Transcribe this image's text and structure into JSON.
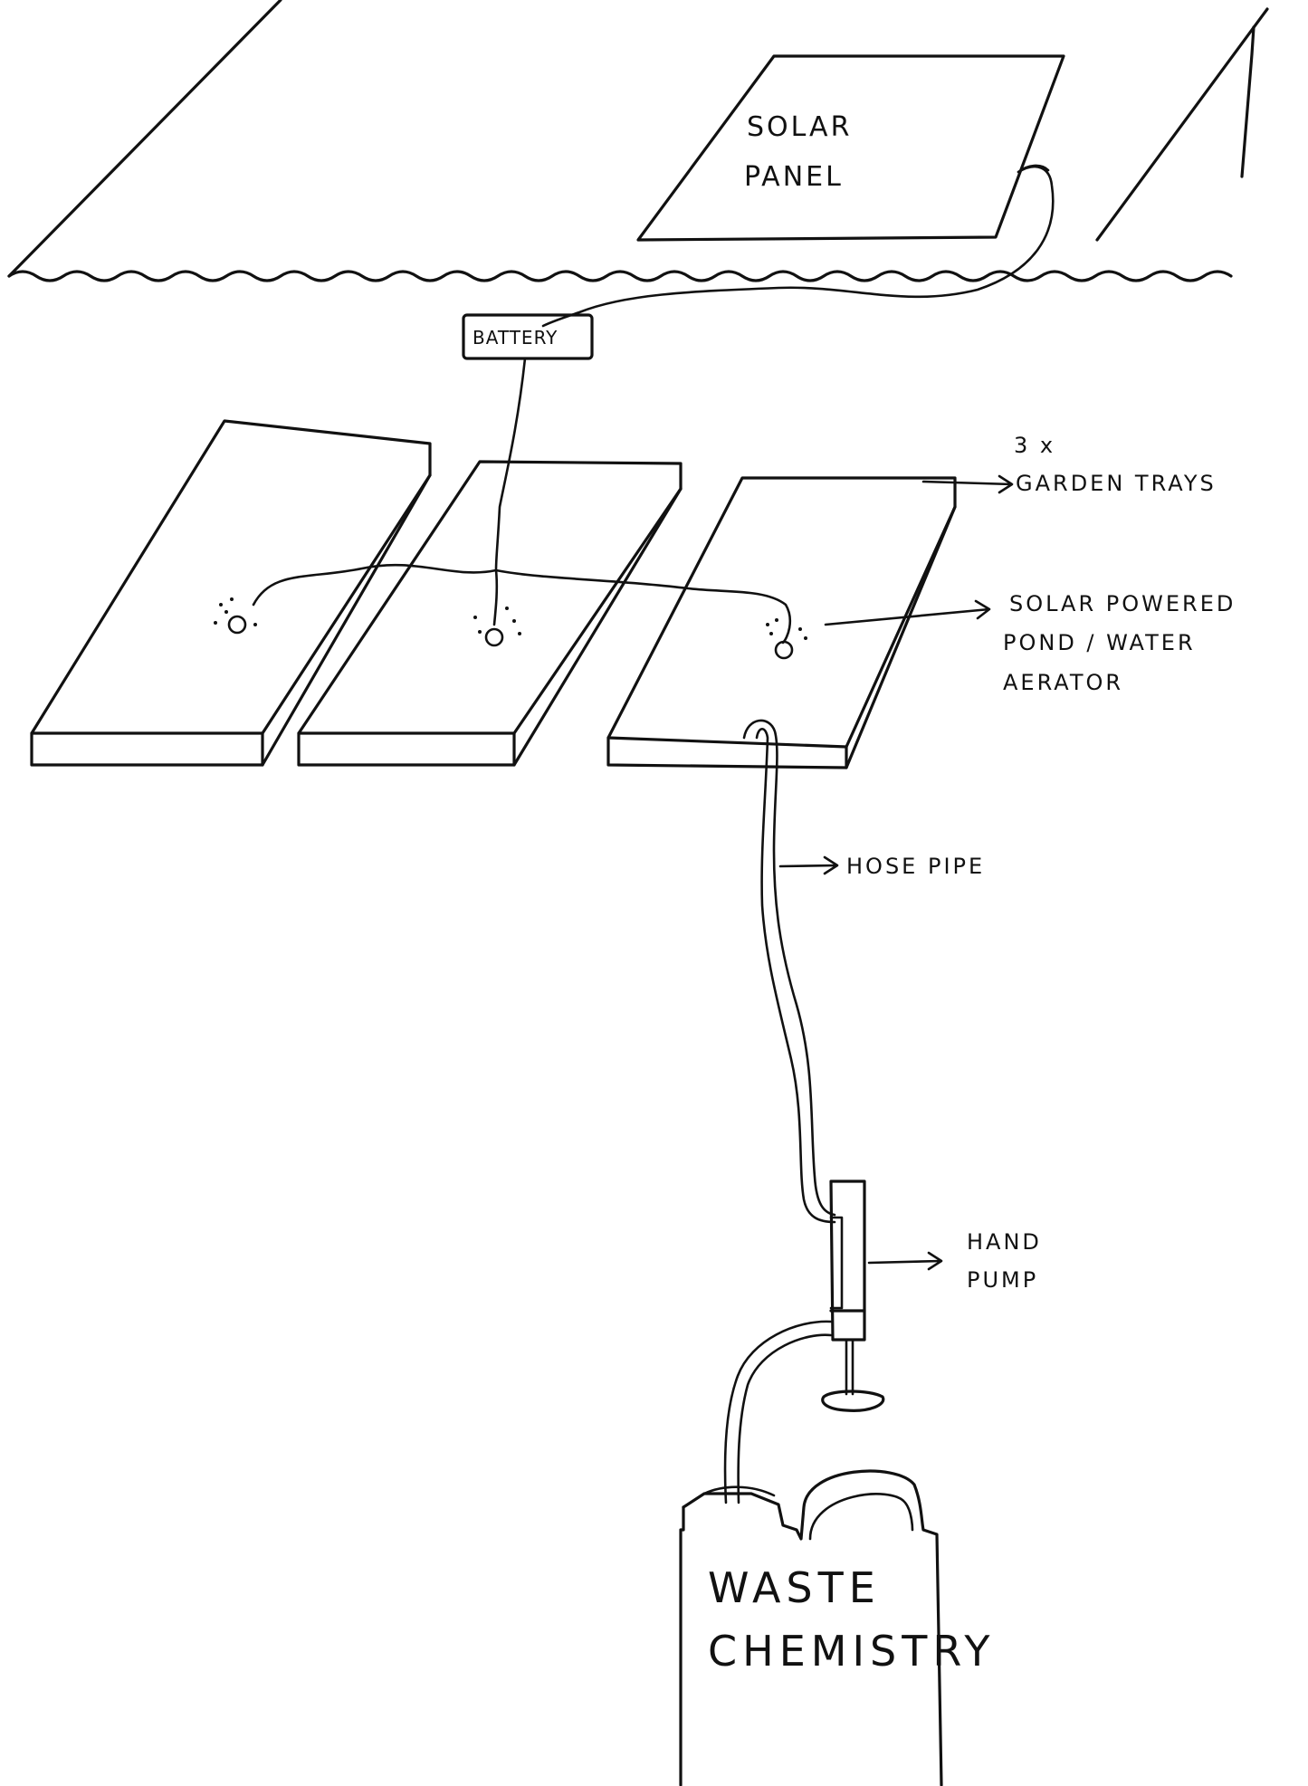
{
  "labels": {
    "solar_panel": [
      "SOLAR",
      "PANEL"
    ],
    "battery": "BATTERY",
    "garden_trays": [
      "3 x",
      "GARDEN TRAYS"
    ],
    "aerator": [
      "SOLAR POWERED",
      "POND / WATER",
      "AERATOR"
    ],
    "hose_pipe": "HOSE PIPE",
    "hand_pump": [
      "HAND",
      "PUMP"
    ],
    "waste_chemistry": [
      "WASTE",
      "CHEMISTRY"
    ]
  },
  "colors": {
    "ink": "#111111",
    "paper": "#ffffff"
  }
}
